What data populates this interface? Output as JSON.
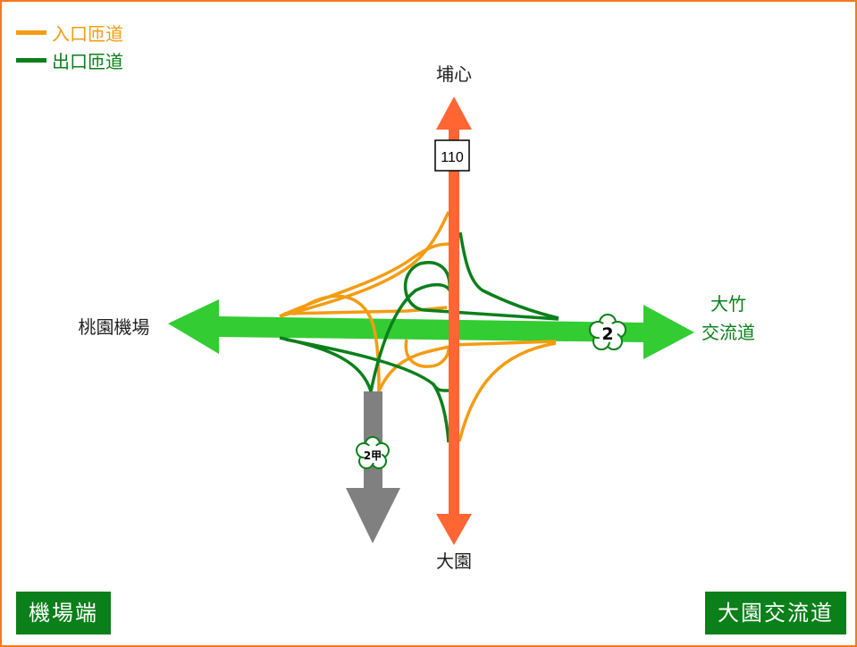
{
  "legend": [
    {
      "label": "入口匝道",
      "color": "#f39c12"
    },
    {
      "label": "出口匝道",
      "color": "#0b7f1a"
    }
  ],
  "destinations": {
    "north": "埔心",
    "south": "大園",
    "west": "桃園機場",
    "east_line1": "大竹",
    "east_line2": "交流道"
  },
  "shields": {
    "provincial": "110",
    "freeway": "2",
    "freeway_spur": "2甲"
  },
  "buttons": {
    "left": "機場端",
    "right": "大園交流道"
  },
  "colors": {
    "entry": "#f39c12",
    "exit": "#0b7f1a",
    "freeway": "#33cc33",
    "provincial": "#ff6633",
    "spur": "#808080",
    "frame": "#f47a20"
  }
}
